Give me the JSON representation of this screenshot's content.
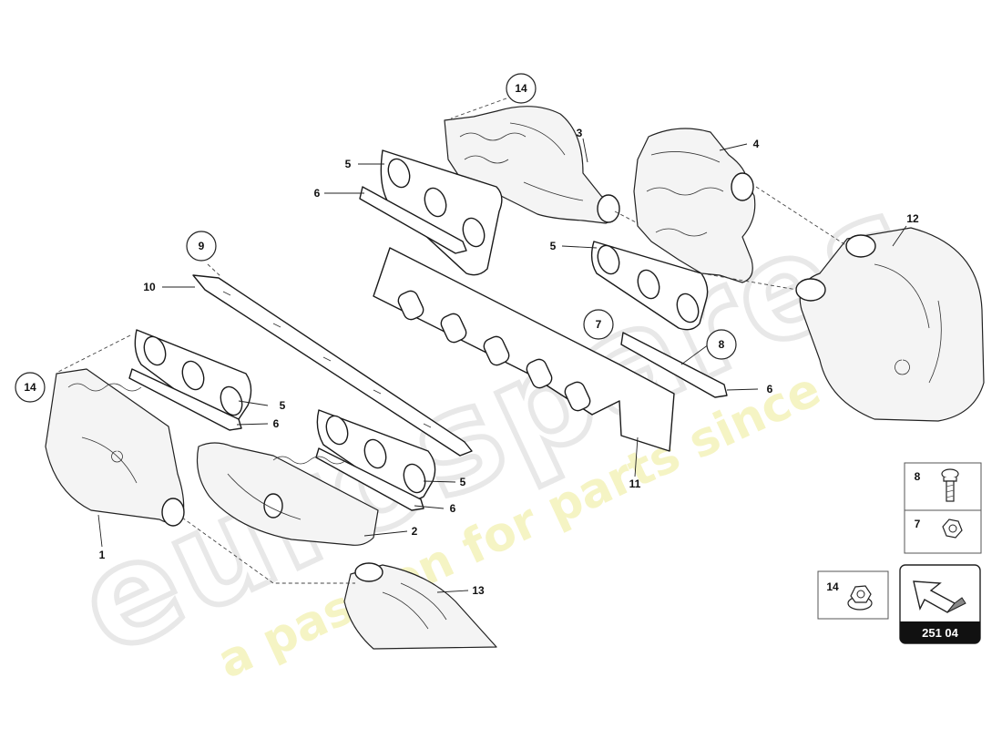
{
  "callouts": {
    "c1": "1",
    "c2": "2",
    "c3": "3",
    "c4": "4",
    "c5a": "5",
    "c5b": "5",
    "c5c": "5",
    "c5d": "5",
    "c6a": "6",
    "c6b": "6",
    "c6c": "6",
    "c6d": "6",
    "c7": "7",
    "c8": "8",
    "c9": "9",
    "c10": "10",
    "c11": "11",
    "c12": "12",
    "c13": "13",
    "c14a": "14",
    "c14b": "14"
  },
  "legend": {
    "item8": "8",
    "item7": "7",
    "item14": "14",
    "page_code": "251 04"
  },
  "colors": {
    "line": "#1a1a1a",
    "watermark": "#e9e9e9",
    "watermark_tagline": "#f3f1b2",
    "badge_bg": "#111111"
  }
}
